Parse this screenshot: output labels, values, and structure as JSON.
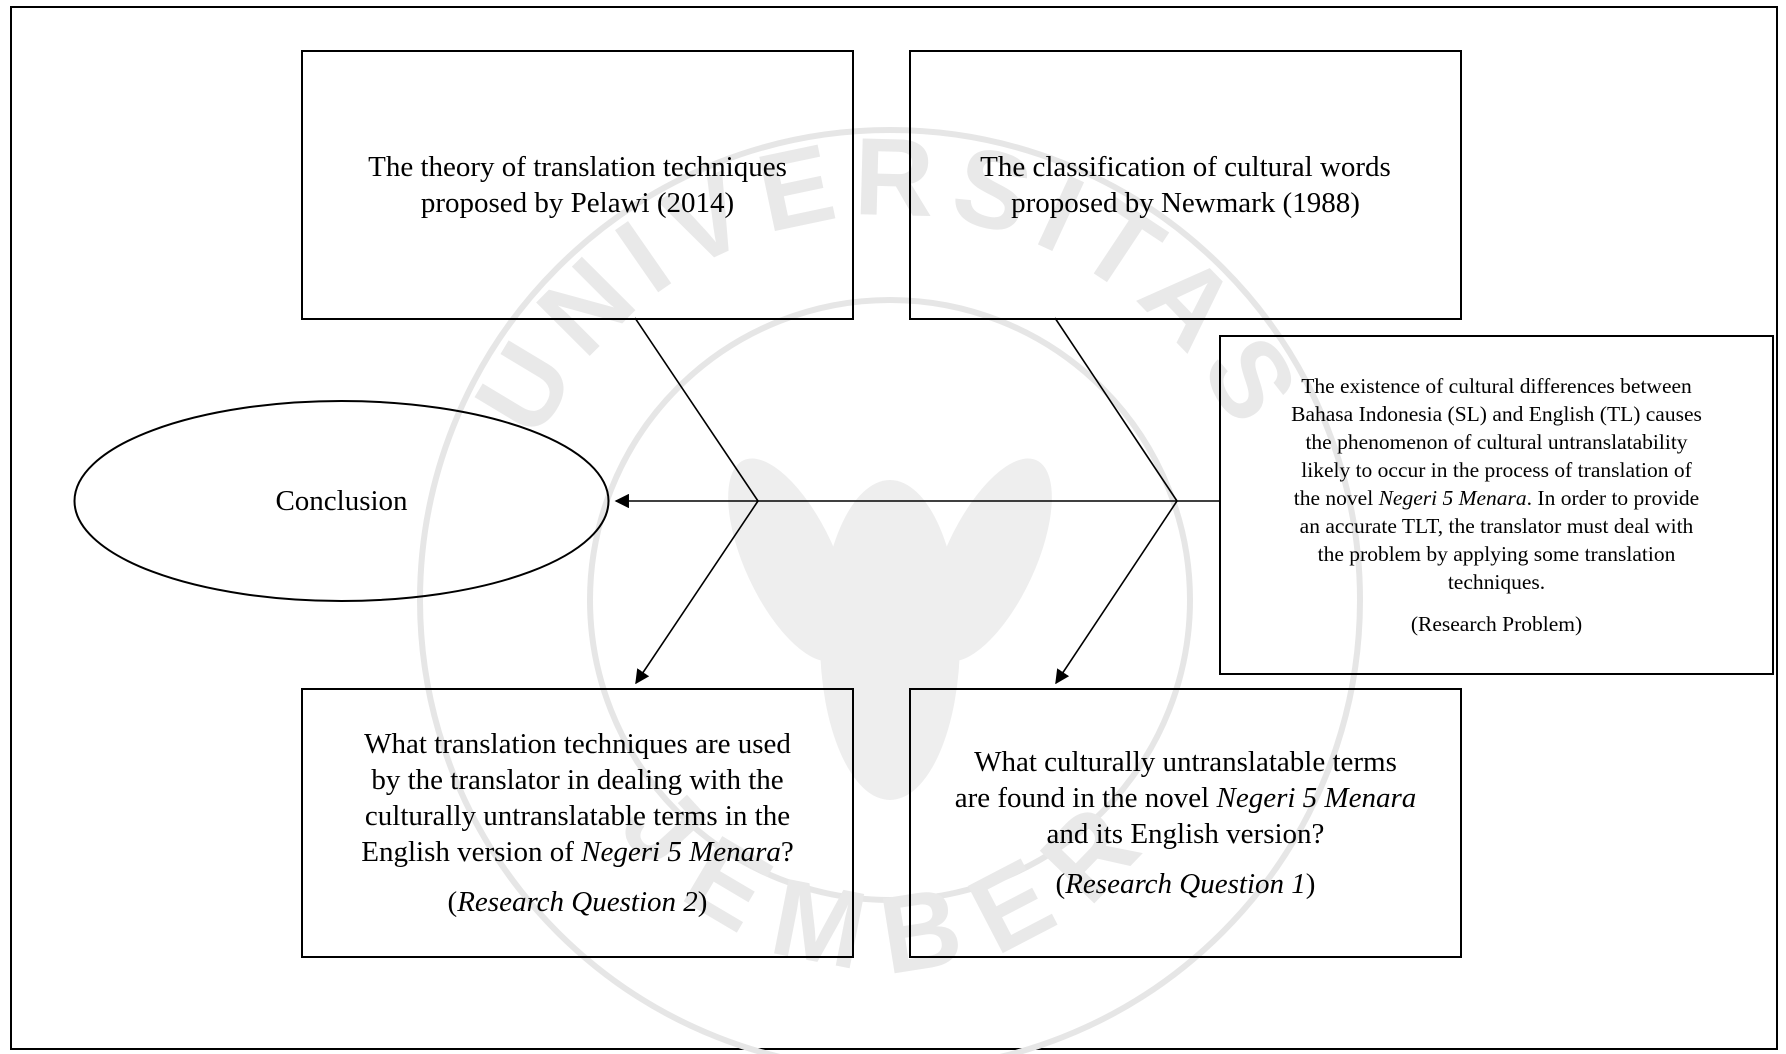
{
  "boxes": {
    "theory_techniques": {
      "line1": "The theory of translation techniques",
      "line2": "proposed by Pelawi (2014)"
    },
    "classification": {
      "line1": "The classification of cultural words",
      "line2": "proposed by Newmark (1988)"
    },
    "research_problem": {
      "line1": "The existence of cultural differences between",
      "line2": "Bahasa Indonesia (SL) and English (TL) causes",
      "line3": "the phenomenon of cultural untranslatability",
      "line4": "likely to occur in the process of translation of",
      "line5_pre": "the novel ",
      "line5_italic": "Negeri 5 Menara",
      "line5_post": ". In order to provide",
      "line6": "an accurate TLT, the translator must deal with",
      "line7": "the problem by applying some translation",
      "line8": "techniques.",
      "label": "(Research Problem)"
    },
    "question_2": {
      "line1": "What translation techniques are used",
      "line2": "by the translator in dealing with the",
      "line3": "culturally untranslatable terms in the",
      "line4_pre": "English version of ",
      "line4_italic": "Negeri 5 Menara",
      "line4_post": "?",
      "label_open": "(",
      "label_italic": "Research Question 2",
      "label_close": ")"
    },
    "question_1": {
      "line1": "What culturally untranslatable terms",
      "line2_pre": "are found in the novel ",
      "line2_italic": "Negeri 5 Menara",
      "line3": "and its English version?",
      "label_open": "(",
      "label_italic": "Research Question 1",
      "label_close": ")"
    }
  },
  "conclusion": {
    "label": "Conclusion"
  },
  "watermark": {
    "ring_top": "UNIVERSITAS",
    "ring_bottom": "JEMBER",
    "color": "#e6e6e6"
  },
  "colors": {
    "stroke": "#000000",
    "background": "#ffffff"
  }
}
